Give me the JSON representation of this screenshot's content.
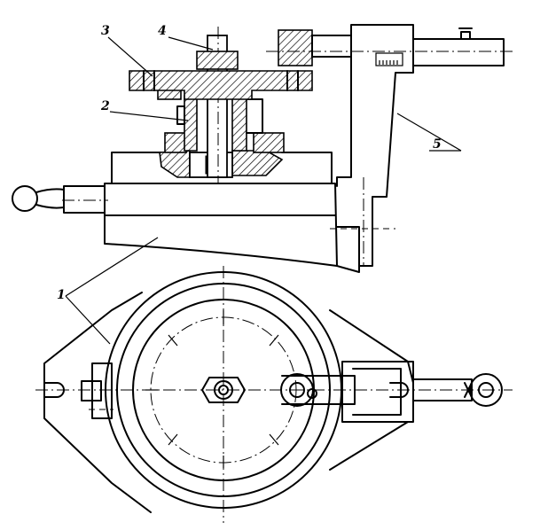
{
  "labels": {
    "part_1": "1",
    "part_2": "2",
    "part_3": "3",
    "part_4": "4",
    "part_5": "5"
  },
  "colors": {
    "line": "#000000",
    "background": "#ffffff"
  }
}
